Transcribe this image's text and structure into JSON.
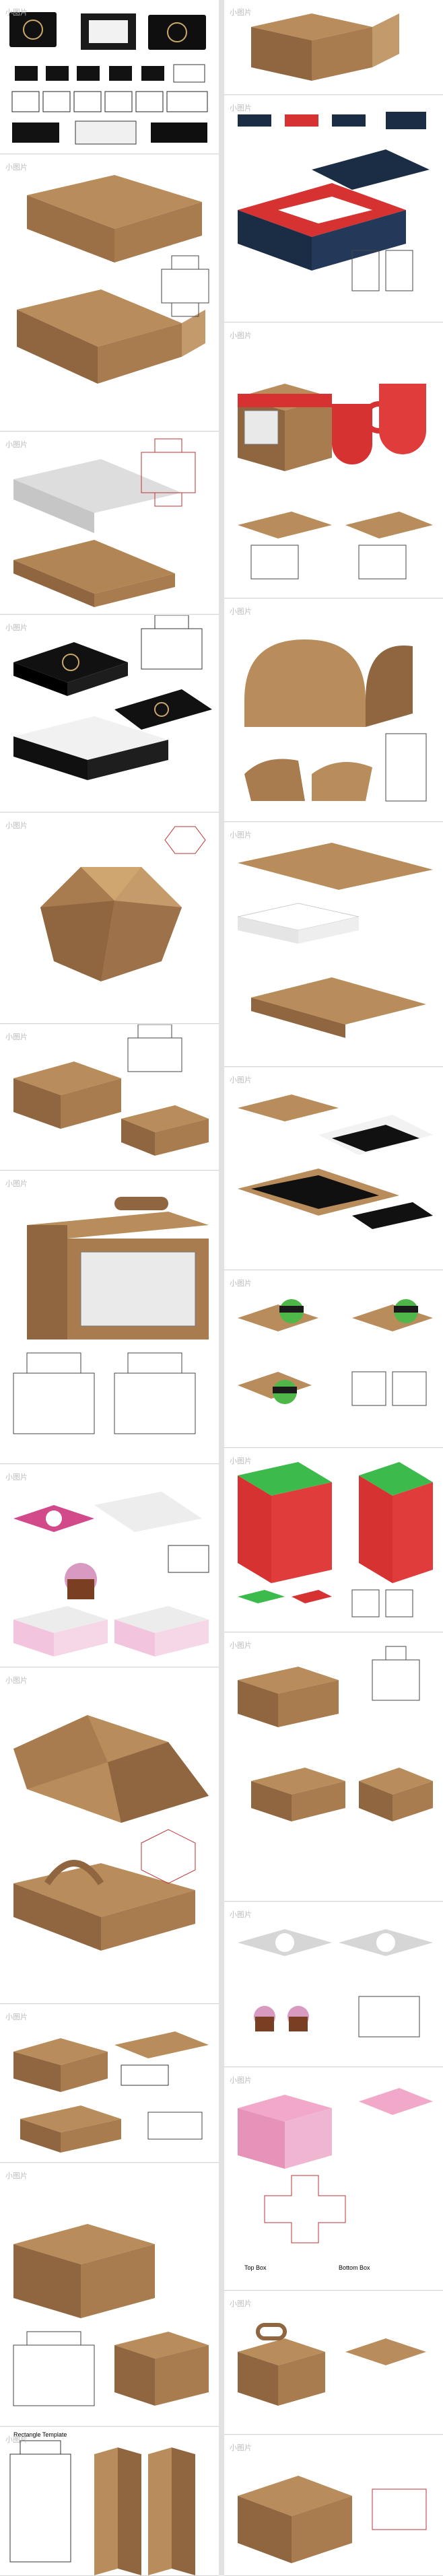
{
  "page": {
    "watermark": "小图片",
    "labels": {
      "top_box": "Top Box",
      "bottom_box": "Bottom Box",
      "rectangle_template": "Rectangle Template"
    }
  }
}
